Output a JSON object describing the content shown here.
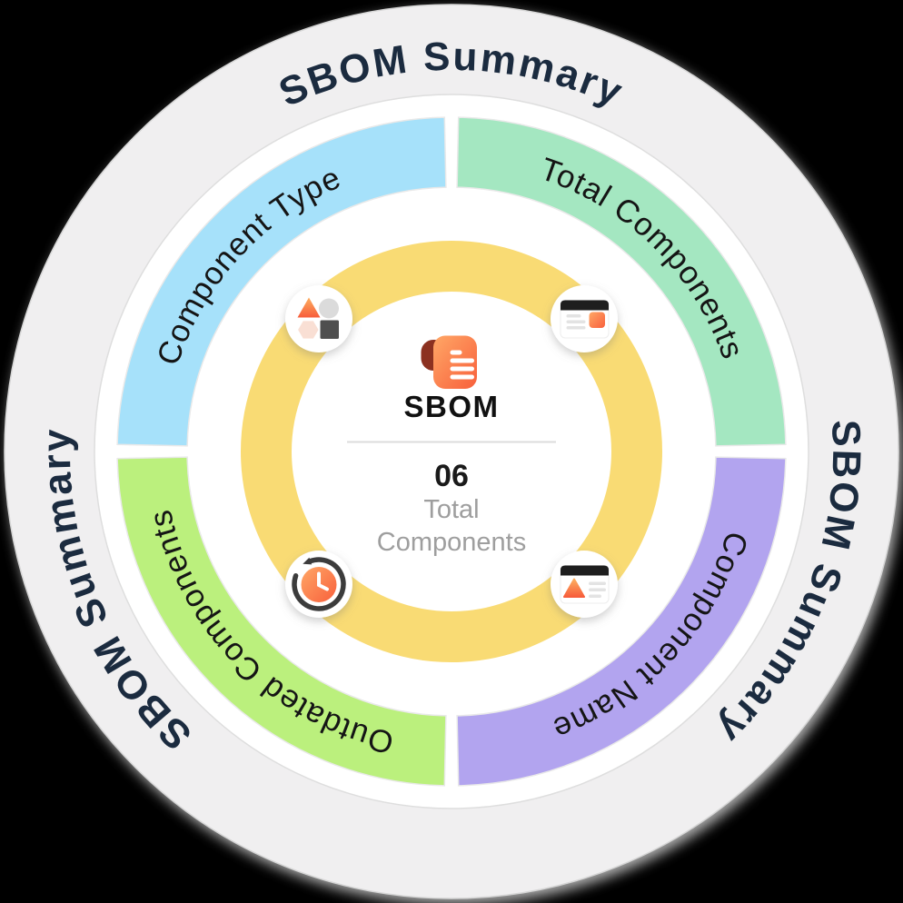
{
  "title": "SBOM Summary",
  "outer_ring": {
    "label_top": "SBOM Summary",
    "label_right": "SBOM Summary",
    "label_left": "SBOM Summary",
    "ring_color": "#F0EFF0",
    "text_color": "#1B2B3F"
  },
  "segments": [
    {
      "label": "Component Type",
      "color": "#A6E1FA",
      "icon": "shapes-icon"
    },
    {
      "label": "Total Components",
      "color": "#A4E7C1",
      "icon": "browser-card-icon"
    },
    {
      "label": "Component Name",
      "color": "#B2A4EF",
      "icon": "browser-report-icon"
    },
    {
      "label": "Outdated Components",
      "color": "#BBF07D",
      "icon": "history-clock-icon"
    }
  ],
  "inner_ring": {
    "color": "#F9DB74"
  },
  "center": {
    "icon": "sbom-document-icon",
    "title": "SBOM",
    "count": "06",
    "count_label_line1": "Total",
    "count_label_line2": "Components",
    "accent_color": "#F8603C"
  }
}
